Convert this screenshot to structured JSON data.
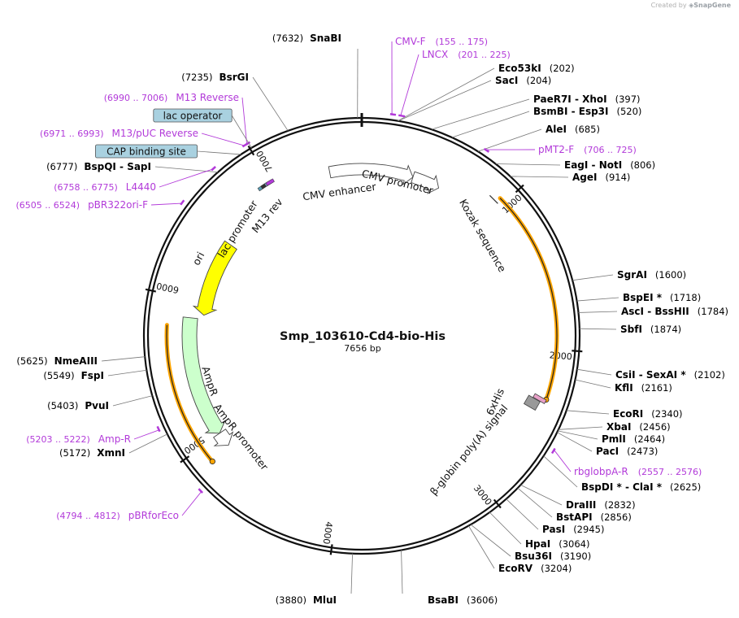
{
  "credit": {
    "prefix": "Created by",
    "brand": "SnapGene"
  },
  "plasmid": {
    "name": "Smp_103610-Cd4-bio-His",
    "length_label": "7656 bp",
    "total_bp": 7656
  },
  "colors": {
    "primer": "#b23ad9",
    "cmv": "#ffffff",
    "orf": "#ffa500",
    "ori": "#ffff00",
    "ampr": "#ccffcc",
    "lac_box": "#a9d1e0"
  },
  "sites": [
    {
      "name": "SnaBI",
      "pos": "(7632)",
      "side": "L",
      "bp": 7632
    },
    {
      "name": "Eco53kI",
      "pos": "(202)",
      "side": "R",
      "bp": 202
    },
    {
      "name": "SacI",
      "pos": "(204)",
      "side": "R",
      "bp": 204
    },
    {
      "name": "PaeR7I",
      "name2": "XhoI",
      "pos": "(397)",
      "side": "R",
      "bp": 397
    },
    {
      "name": "BsmBI",
      "name2": "Esp3I",
      "pos": "(520)",
      "side": "R",
      "bp": 520
    },
    {
      "name": "AleI",
      "pos": "(685)",
      "side": "R",
      "bp": 685
    },
    {
      "name": "EagI",
      "name2": "NotI",
      "pos": "(806)",
      "side": "R",
      "bp": 806
    },
    {
      "name": "AgeI",
      "pos": "(914)",
      "side": "R",
      "bp": 914
    },
    {
      "name": "SgrAI",
      "pos": "(1600)",
      "side": "R",
      "bp": 1600
    },
    {
      "name": "BspEI *",
      "pos": "(1718)",
      "side": "R",
      "bp": 1718
    },
    {
      "name": "AscI",
      "name2": "BssHII",
      "pos": "(1784)",
      "side": "R",
      "bp": 1784
    },
    {
      "name": "SbfI",
      "pos": "(1874)",
      "side": "R",
      "bp": 1874
    },
    {
      "name": "CsiI",
      "name2": "SexAI *",
      "pos": "(2102)",
      "side": "R",
      "bp": 2102
    },
    {
      "name": "KflI",
      "pos": "(2161)",
      "side": "R",
      "bp": 2161
    },
    {
      "name": "EcoRI",
      "pos": "(2340)",
      "side": "R",
      "bp": 2340
    },
    {
      "name": "XbaI",
      "pos": "(2456)",
      "side": "R",
      "bp": 2456
    },
    {
      "name": "PmlI",
      "pos": "(2464)",
      "side": "R",
      "bp": 2464
    },
    {
      "name": "PacI",
      "pos": "(2473)",
      "side": "R",
      "bp": 2473
    },
    {
      "name": "BspDI *",
      "name2": "ClaI *",
      "pos": "(2625)",
      "side": "R",
      "bp": 2625
    },
    {
      "name": "DraIII",
      "pos": "(2832)",
      "side": "R",
      "bp": 2832
    },
    {
      "name": "BstAPI",
      "pos": "(2856)",
      "side": "R",
      "bp": 2856
    },
    {
      "name": "PasI",
      "pos": "(2945)",
      "side": "R",
      "bp": 2945
    },
    {
      "name": "HpaI",
      "pos": "(3064)",
      "side": "R",
      "bp": 3064
    },
    {
      "name": "Bsu36I",
      "pos": "(3190)",
      "side": "R",
      "bp": 3190
    },
    {
      "name": "EcoRV",
      "pos": "(3204)",
      "side": "R",
      "bp": 3204
    },
    {
      "name": "BsaBI",
      "pos": "(3606)",
      "side": "R",
      "bp": 3606
    },
    {
      "name": "MluI",
      "pos": "(3880)",
      "side": "L",
      "bp": 3880
    },
    {
      "name": "XmnI",
      "pos": "(5172)",
      "side": "L",
      "bp": 5172
    },
    {
      "name": "PvuI",
      "pos": "(5403)",
      "side": "L",
      "bp": 5403
    },
    {
      "name": "FspI",
      "pos": "(5549)",
      "side": "L",
      "bp": 5549
    },
    {
      "name": "NmeAIII",
      "pos": "(5625)",
      "side": "L",
      "bp": 5625
    },
    {
      "name": "BspQI",
      "name2": "SapI",
      "pos": "(6777)",
      "side": "L",
      "bp": 6777
    },
    {
      "name": "BsrGI",
      "pos": "(7235)",
      "side": "L",
      "bp": 7235
    }
  ],
  "primers": [
    {
      "name": "CMV-F",
      "range": "(155 .. 175)",
      "side": "R",
      "start": 155,
      "end": 175
    },
    {
      "name": "LNCX",
      "range": "(201 .. 225)",
      "side": "R",
      "start": 201,
      "end": 225
    },
    {
      "name": "pMT2-F",
      "range": "(706 .. 725)",
      "side": "R",
      "start": 706,
      "end": 725
    },
    {
      "name": "rbglobpA-R",
      "range": "(2557 .. 2576)",
      "side": "R",
      "start": 2557,
      "end": 2576
    },
    {
      "name": "pBRforEco",
      "range": "(4794 .. 4812)",
      "side": "L",
      "start": 4794,
      "end": 4812
    },
    {
      "name": "Amp-R",
      "range": "(5203 .. 5222)",
      "side": "L",
      "start": 5203,
      "end": 5222
    },
    {
      "name": "pBR322ori-F",
      "range": "(6505 .. 6524)",
      "side": "L",
      "start": 6505,
      "end": 6524
    },
    {
      "name": "L4440",
      "range": "(6758 .. 6775)",
      "side": "L",
      "start": 6758,
      "end": 6775
    },
    {
      "name": "M13/pUC Reverse",
      "range": "(6971 .. 6993)",
      "side": "L",
      "start": 6971,
      "end": 6993
    },
    {
      "name": "M13 Reverse",
      "range": "(6990 .. 7006)",
      "side": "L",
      "start": 6990,
      "end": 7006
    }
  ],
  "boxed_features": [
    {
      "name": "lac operator",
      "bp": 7010
    },
    {
      "name": "CAP binding site",
      "bp": 6940
    }
  ],
  "features": [
    {
      "name": "CMV enhancer",
      "start": 7420,
      "end": 380,
      "color": "#ffffff"
    },
    {
      "name": "CMV promoter",
      "start": 380,
      "end": 584,
      "color": "#ffffff"
    },
    {
      "name": "Kozak sequence",
      "bp": 930
    },
    {
      "name": "6xHis",
      "bp": 2330
    },
    {
      "name": "β-globin poly(A) signal",
      "bp": 2370
    },
    {
      "name": "ori",
      "start": 6480,
      "end": 5900,
      "color": "#ffff00"
    },
    {
      "name": "AmpR",
      "start": 5870,
      "end": 5010,
      "color": "#ccffcc"
    },
    {
      "name": "AmpR promoter",
      "start": 5010,
      "end": 4905,
      "color": "#ffffff"
    },
    {
      "name": "lac promoter",
      "start": 6935,
      "end": 6905
    },
    {
      "name": "M13 rev",
      "start": 6995,
      "end": 6975
    }
  ],
  "orfs": [
    {
      "start": 960,
      "end": 2320
    },
    {
      "start": 5810,
      "end": 4890
    }
  ],
  "ticks": [
    {
      "label": "1000",
      "bp": 1000
    },
    {
      "label": "2000",
      "bp": 2000
    },
    {
      "label": "3000",
      "bp": 3000
    },
    {
      "label": "4000",
      "bp": 4000
    },
    {
      "label": "5000",
      "bp": 5000
    },
    {
      "label": "6000",
      "bp": 6000
    },
    {
      "label": "7000",
      "bp": 7000
    }
  ]
}
